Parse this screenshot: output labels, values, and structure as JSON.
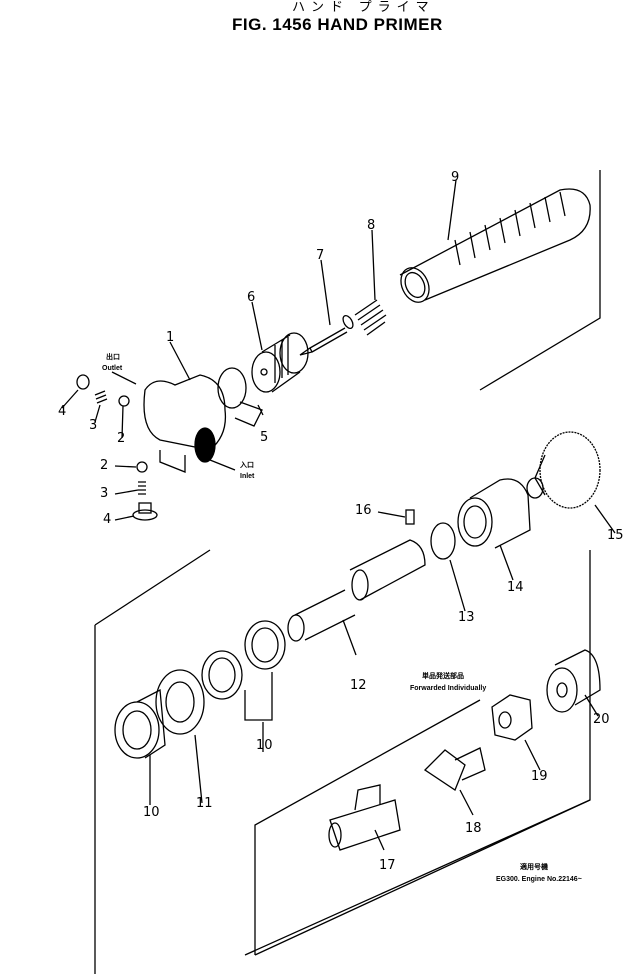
{
  "header": {
    "title_jp": "ハンド プライマ",
    "title": "FIG. 1456  HAND PRIMER"
  },
  "annotations": {
    "outlet_jp": "出口",
    "outlet": "Outlet",
    "inlet_jp": "入口",
    "inlet": "Inlet",
    "forwarded_jp": "単品発送部品",
    "forwarded": "Forwarded Individually",
    "applicable_jp": "適用号機",
    "applicable": "EG300. Engine No.22146~"
  },
  "callouts": [
    "1",
    "2",
    "3",
    "4",
    "5",
    "6",
    "7",
    "8",
    "9",
    "2",
    "3",
    "4",
    "16",
    "15",
    "14",
    "13",
    "12",
    "10",
    "11",
    "10",
    "20",
    "19",
    "18",
    "17"
  ]
}
